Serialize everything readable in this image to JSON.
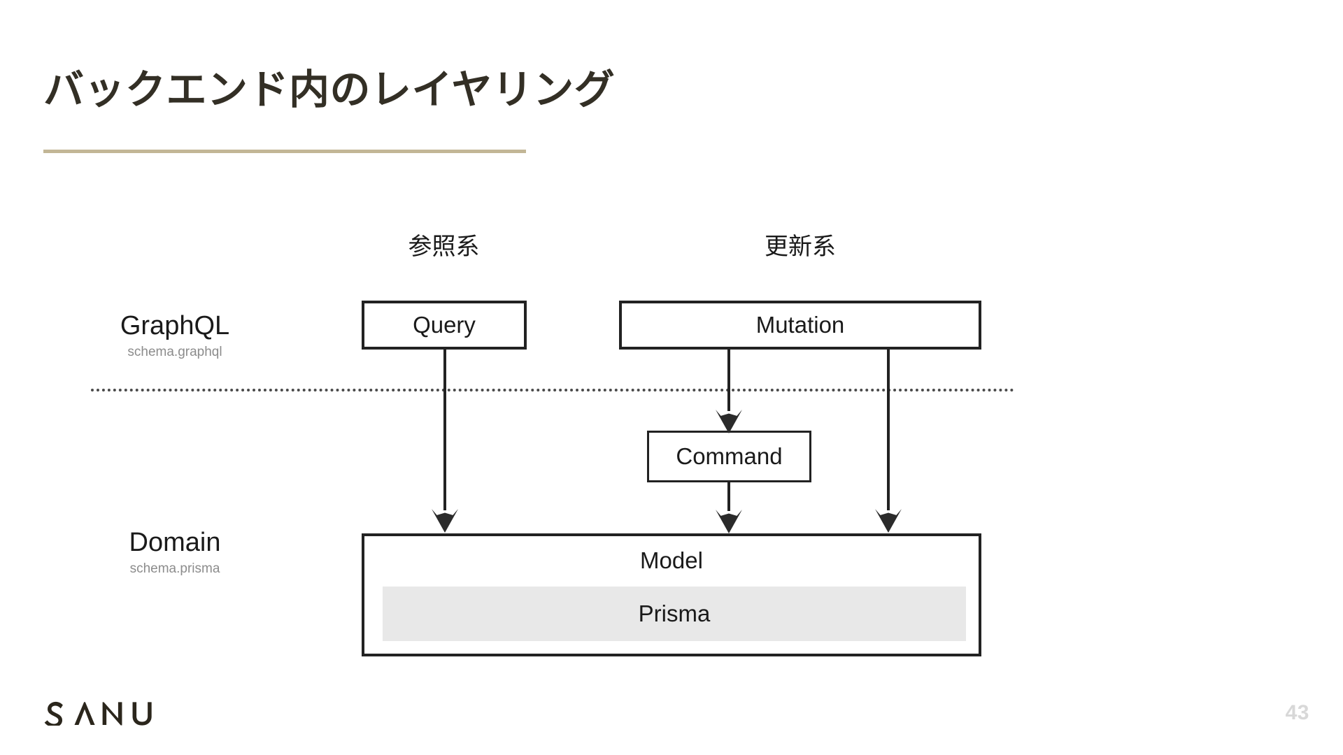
{
  "slide": {
    "title": "バックエンド内のレイヤリング",
    "accent_color": "#c2b696",
    "title_color": "#332f25",
    "background": "#ffffff"
  },
  "diagram": {
    "columns": [
      {
        "id": "read",
        "label": "参照系"
      },
      {
        "id": "write",
        "label": "更新系"
      }
    ],
    "layers": [
      {
        "id": "graphql",
        "title": "GraphQL",
        "subtitle": "schema.graphql"
      },
      {
        "id": "domain",
        "title": "Domain",
        "subtitle": "schema.prisma"
      }
    ],
    "nodes": [
      {
        "id": "query",
        "label": "Query"
      },
      {
        "id": "mutation",
        "label": "Mutation"
      },
      {
        "id": "command",
        "label": "Command"
      },
      {
        "id": "model",
        "label": "Model"
      },
      {
        "id": "prisma",
        "label": "Prisma",
        "fill": "#e8e8e8"
      }
    ],
    "boundary": {
      "style": "dotted",
      "color": "#4a4a4a"
    },
    "edges": [
      {
        "id": "query-model",
        "from": "query",
        "to": "model",
        "arrow": "down"
      },
      {
        "id": "mutation-command",
        "from": "mutation",
        "to": "command",
        "arrow": "down"
      },
      {
        "id": "mutation-model",
        "from": "mutation",
        "to": "model",
        "arrow": "down"
      },
      {
        "id": "command-model",
        "from": "command",
        "to": "model",
        "arrow": "down"
      }
    ]
  },
  "footer": {
    "brand": "SANU",
    "page_number": "43"
  }
}
